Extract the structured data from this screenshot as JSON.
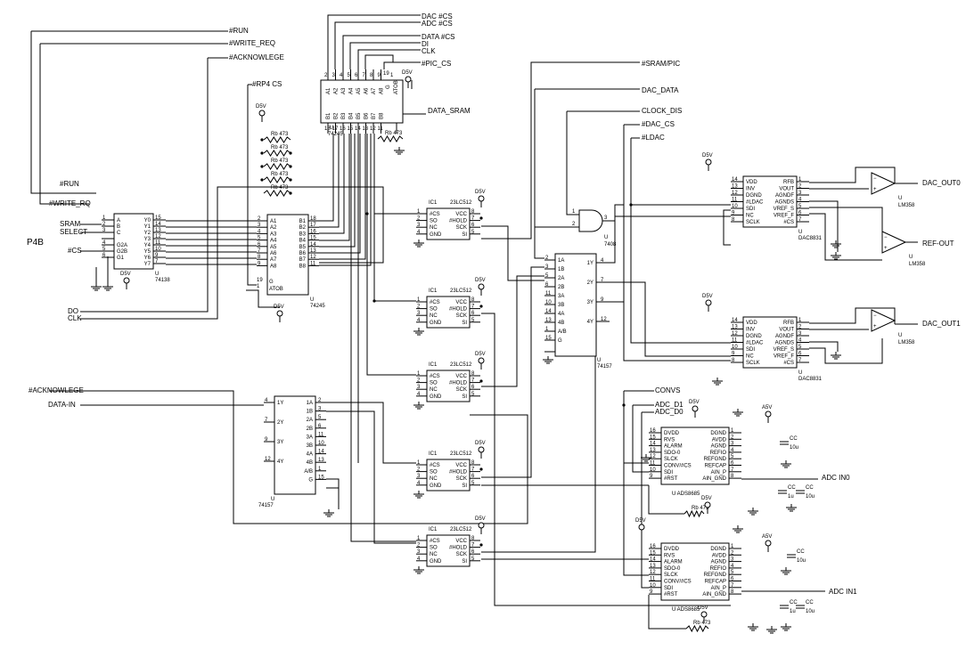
{
  "signals": {
    "run": "#RUN",
    "write_req": "#WRITE_REQ",
    "acknowlege": "#ACKNOWLEGE",
    "rp4_cs": "#RP4 CS",
    "run_left": "#RUN",
    "write_rq_left": "#WRITE_RQ",
    "sram": "SRAM",
    "select": "SELECT",
    "cs": "#CS",
    "p4b": "P4B",
    "do": "DO",
    "clk_left": "CLK",
    "acknowlege_left": "#ACKNOWLEGE",
    "data_in": "DATA-IN",
    "dac_cs": "DAC #CS",
    "adc_cs": "ADC #CS",
    "data_cs": "DATA #CS",
    "di": "DI",
    "clk_top": "CLK",
    "pic_cs": "#PIC_CS",
    "data_sram": "DATA_SRAM",
    "sram_pic": "#SRAM/PIC",
    "dac_data": "DAC_DATA",
    "clock_dis": "CLOCK_DIS",
    "dac_cs2": "#DAC_CS",
    "ldac": "#LDAC",
    "dac_out0": "DAC_OUT0",
    "dac_out1": "DAC_OUT1",
    "ref_out": "REF-OUT",
    "convs": "CONVS",
    "adc_d1": "ADC_D1",
    "adc_d0": "ADC_D0",
    "adc_in0": "ADC IN0",
    "adc_in1": "ADC IN1"
  },
  "power": {
    "d5v": "D5V",
    "a5v": "A5V"
  },
  "resistor": {
    "ref": "Rb",
    "value": "473"
  },
  "capacitors": {
    "ref": "CC",
    "v10u": "10u",
    "v1u": "1u"
  },
  "components": {
    "u_decoder": {
      "ref": "U",
      "part": "74138",
      "left_pins": [
        "A",
        "B",
        "C",
        "",
        "G2A",
        "G2B",
        "G1"
      ],
      "left_nums": [
        "1",
        "2",
        "3",
        "",
        "4",
        "5",
        "6"
      ],
      "right_pins": [
        "Y0",
        "Y1",
        "Y2",
        "Y3",
        "Y4",
        "Y5",
        "Y6",
        "Y7"
      ],
      "right_nums": [
        "15",
        "14",
        "13",
        "12",
        "11",
        "10",
        "9",
        "7"
      ]
    },
    "u_buffer_left": {
      "ref": "U",
      "part": "74245",
      "dir": "ATOB",
      "nums": [
        "19",
        "1"
      ],
      "a_pins": [
        "A1",
        "A2",
        "A3",
        "A4",
        "A5",
        "A6",
        "A7",
        "A8"
      ],
      "a_nums": [
        "2",
        "3",
        "4",
        "5",
        "6",
        "7",
        "8",
        "9"
      ],
      "b_pins": [
        "B1",
        "B2",
        "B3",
        "B4",
        "B5",
        "B6",
        "B7",
        "B8"
      ],
      "b_nums": [
        "18",
        "17",
        "16",
        "15",
        "14",
        "13",
        "12",
        "11"
      ],
      "g": "G"
    },
    "u_buffer_top": {
      "ref": "U",
      "part": "74245",
      "dir": "ATOB",
      "a_pins": [
        "A1",
        "A2",
        "A3",
        "A4",
        "A5",
        "A6",
        "A7",
        "A8"
      ],
      "b_pins": [
        "B1",
        "B2",
        "B3",
        "B4",
        "B5",
        "B6",
        "B7",
        "B8"
      ],
      "g": "G"
    },
    "u_mux_left": {
      "ref": "U",
      "part": "74157",
      "left_pins": [
        "1Y",
        "2Y",
        "3Y",
        "4Y"
      ],
      "left_nums": [
        "4",
        "7",
        "9",
        "12"
      ],
      "right_pins": [
        "1A",
        "1B",
        "2A",
        "2B",
        "3A",
        "3B",
        "4A",
        "4B",
        "A/B",
        "G"
      ],
      "right_nums": [
        "2",
        "3",
        "5",
        "6",
        "11",
        "10",
        "14",
        "13",
        "1",
        "15"
      ]
    },
    "u_mux_mid": {
      "ref": "U",
      "part": "74157",
      "left_pins": [
        "1A",
        "1B",
        "2A",
        "2B",
        "3A",
        "3B",
        "4A",
        "4B",
        "A/B",
        "G"
      ],
      "left_nums": [
        "2",
        "3",
        "5",
        "6",
        "11",
        "10",
        "14",
        "13",
        "1",
        "15"
      ],
      "right_pins": [
        "1Y",
        "2Y",
        "3Y",
        "4Y"
      ],
      "right_nums": [
        "4",
        "7",
        "9",
        "12"
      ]
    },
    "u_and": {
      "ref": "U",
      "part": "7408",
      "nums": [
        "1",
        "2",
        "3"
      ]
    },
    "sram_chip": {
      "ref": "IC1",
      "part": "23LC512",
      "left_pins": [
        "#CS",
        "SO",
        "NC",
        "GND"
      ],
      "left_nums": [
        "1",
        "2",
        "3",
        "4"
      ],
      "right_pins": [
        "VCC",
        "#HOLD",
        "SCK",
        "SI"
      ],
      "right_nums": [
        "8",
        "7",
        "6",
        "5"
      ]
    },
    "dac_chip": {
      "ref": "U",
      "part": "DAC8831",
      "left_pins": [
        "VDD",
        "INV",
        "DGND",
        "#LDAC",
        "SDI",
        "NC",
        "SCLK"
      ],
      "left_nums": [
        "14",
        "13",
        "12",
        "11",
        "10",
        "9",
        "8"
      ],
      "right_pins": [
        "RFB",
        "VOUT",
        "AGNDF",
        "AGNDS",
        "VREF_S",
        "VREF_F",
        "#CS"
      ],
      "right_nums": [
        "1",
        "2",
        "3",
        "4",
        "5",
        "6",
        "7"
      ]
    },
    "opamp": {
      "ref": "U",
      "part": "LM358"
    },
    "adc_chip": {
      "ref": "U",
      "part": "ADS8685",
      "left_pins": [
        "DVDD",
        "RVS",
        "ALARM",
        "SDO-0",
        "SLCK",
        "CONV/#CS",
        "SDI",
        "#RST"
      ],
      "left_nums": [
        "16",
        "15",
        "14",
        "13",
        "12",
        "11",
        "10",
        "9"
      ],
      "right_pins": [
        "DGND",
        "AVDD",
        "AGND",
        "REFIO",
        "REFGND",
        "REFCAP",
        "AIN_P",
        "AIN_GND"
      ],
      "right_nums": [
        "1",
        "2",
        "3",
        "4",
        "5",
        "6",
        "7",
        "8"
      ]
    }
  }
}
